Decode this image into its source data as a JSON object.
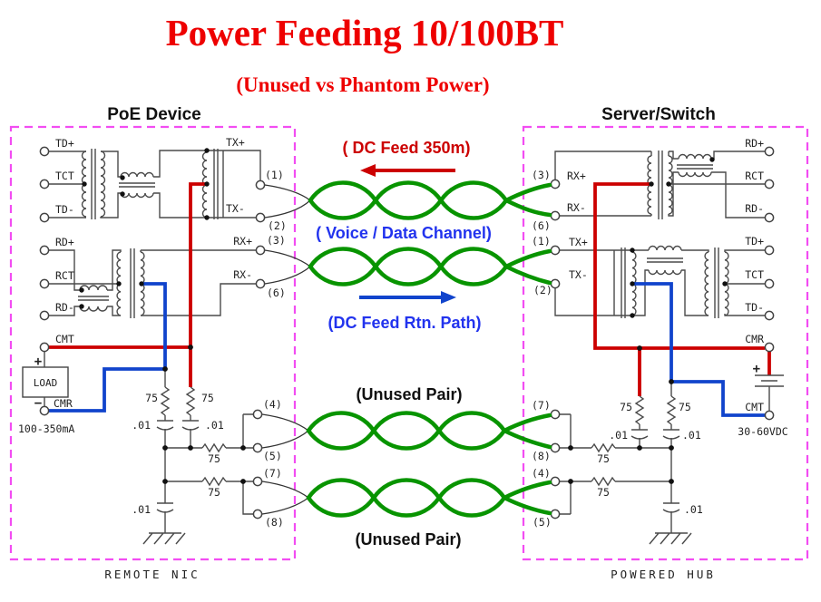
{
  "title": "Power Feeding 10/100BT",
  "subtitle": "(Unused vs Phantom Power)",
  "colors": {
    "title_red": "#ee0000",
    "wire_red": "#cc0000",
    "wire_blue": "#1144cc",
    "text_blue": "#2233ee",
    "pair_green": "#089400",
    "box_magenta": "#f24df2",
    "line_gray": "#4a4a4a"
  },
  "center": {
    "dc_feed": "( DC Feed 350m)",
    "voice_data": "( Voice / Data Channel)",
    "dc_return": "(DC Feed Rtn. Path)",
    "unused_top": "(Unused Pair)",
    "unused_bottom": "(Unused Pair)"
  },
  "left": {
    "heading": "PoE Device",
    "caption": "REMOTE NIC",
    "labels": {
      "td_plus": "TD+",
      "tct": "TCT",
      "td_minus": "TD-",
      "rd_plus": "RD+",
      "rct": "RCT",
      "rd_minus": "RD-",
      "tx_plus": "TX+",
      "tx_minus": "TX-",
      "rx_plus": "RX+",
      "rx_minus": "RX-",
      "cmt": "CMT",
      "cmr": "CMR",
      "load": "LOAD",
      "plus": "+",
      "minus": "−",
      "current_range": "100-350mA"
    },
    "pins": {
      "p1": "(1)",
      "p2": "(2)",
      "p3": "(3)",
      "p6": "(6)",
      "p4": "(4)",
      "p5": "(5)",
      "p7": "(7)",
      "p8": "(8)"
    },
    "r": {
      "r1": "75",
      "r2": "75",
      "r3": "75",
      "r4": "75"
    },
    "c": {
      "c1": ".01",
      "c2": ".01",
      "c3": ".01"
    }
  },
  "right": {
    "heading": "Server/Switch",
    "caption": "POWERED HUB",
    "labels": {
      "rx_plus": "RX+",
      "rx_minus": "RX-",
      "tx_plus": "TX+",
      "tx_minus": "TX-",
      "rd_plus": "RD+",
      "rct": "RCT",
      "rd_minus": "RD-",
      "td_plus": "TD+",
      "tct": "TCT",
      "td_minus": "TD-",
      "cmr": "CMR",
      "cmt": "CMT",
      "plus": "+",
      "voltage_range": "30-60VDC"
    },
    "pins": {
      "p3": "(3)",
      "p6": "(6)",
      "p1": "(1)",
      "p2": "(2)",
      "p7": "(7)",
      "p8": "(8)",
      "p4": "(4)",
      "p5": "(5)"
    },
    "r": {
      "r1": "75",
      "r2": "75",
      "r3": "75",
      "r4": "75"
    },
    "c": {
      "c1": ".01",
      "c2": ".01",
      "c3": ".01"
    }
  }
}
